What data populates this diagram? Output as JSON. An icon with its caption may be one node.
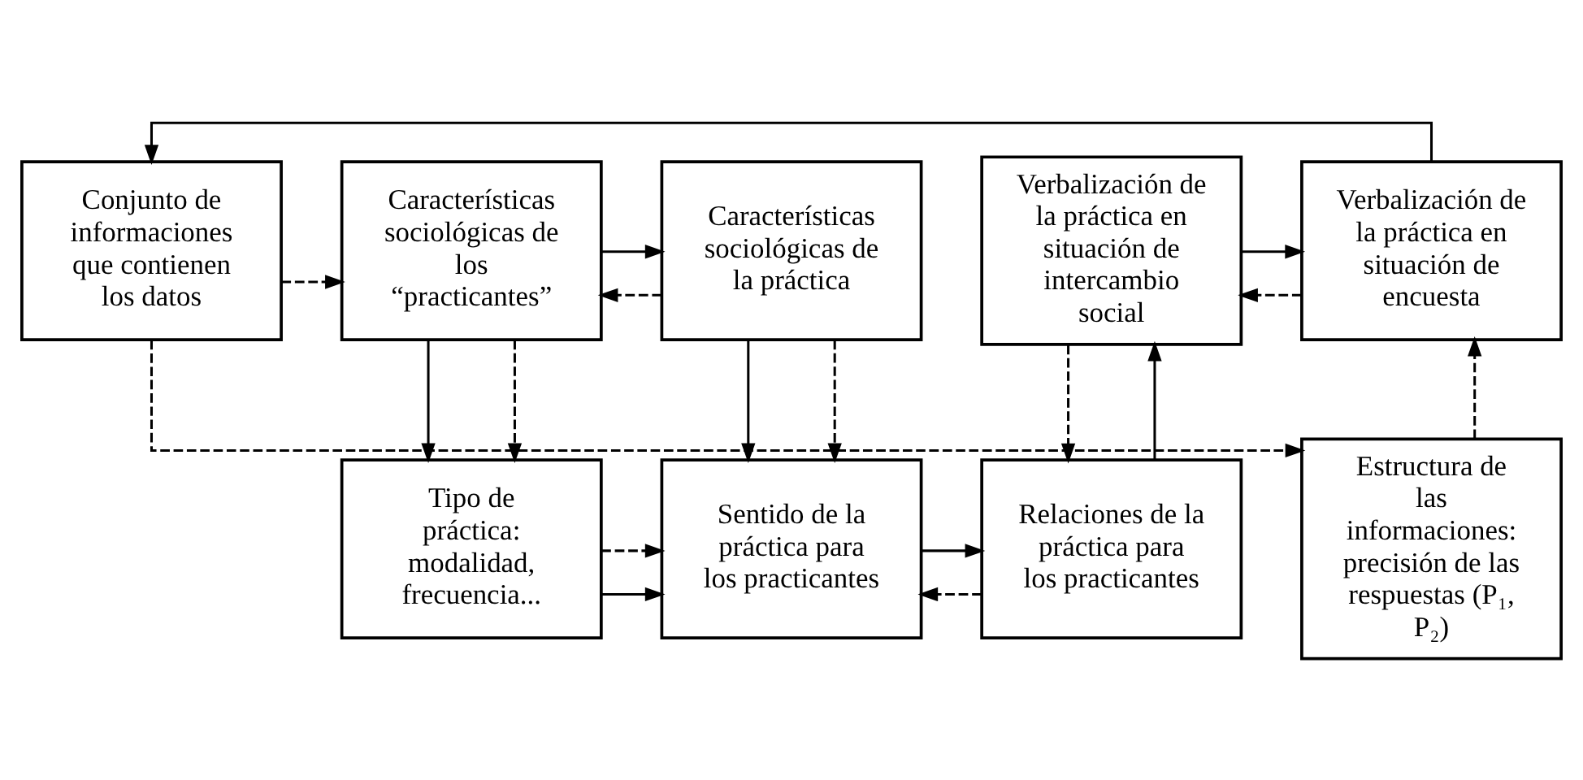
{
  "diagram": {
    "nodes": [
      {
        "text": [
          "Conjunto de informaciones que contienen los datos"
        ]
      },
      {
        "text": [
          "Características sociológicas de los “practicantes”"
        ]
      },
      {
        "text": [
          "Características sociológicas de la práctica"
        ]
      },
      {
        "text": [
          "Verbalización de la práctica en situación de intercambio social"
        ]
      },
      {
        "text": [
          "Verbalización de la práctica en situación de encuesta"
        ]
      },
      {
        "text": [
          "Tipo de práctica: modalidad, frecuencia..."
        ]
      },
      {
        "text": [
          "Sentido de la práctica para los practicantes"
        ]
      },
      {
        "text": [
          "Relaciones de la práctica para los practicantes"
        ]
      },
      {
        "text": [
          "Estructura de las informaciones: precisión de las respuestas (P₁, P₂)"
        ]
      }
    ],
    "edges": [
      {
        "from": 4,
        "to": 0,
        "arrow": "to"
      },
      {
        "from": 0,
        "to": 1,
        "arrow": "to",
        "style": "dashed"
      },
      {
        "from": 1,
        "to": 2,
        "arrow": "to"
      },
      {
        "from": 2,
        "to": 1,
        "arrow": "to",
        "style": "dashed"
      },
      {
        "from": 3,
        "to": 4,
        "arrow": "to"
      },
      {
        "from": 4,
        "to": 3,
        "arrow": "to",
        "style": "dashed"
      },
      {
        "from": 1,
        "to": 5,
        "arrow": "to"
      },
      {
        "from": 1,
        "to": 5,
        "arrow": "to",
        "style": "dashed"
      },
      {
        "from": 2,
        "to": 6,
        "arrow": "to"
      },
      {
        "from": 2,
        "to": 6,
        "arrow": "to",
        "style": "dashed"
      },
      {
        "from": 3,
        "to": 7,
        "arrow": "to",
        "style": "dashed"
      },
      {
        "from": 7,
        "to": 3,
        "arrow": "to"
      },
      {
        "from": 5,
        "to": 6,
        "arrow": "to",
        "style": "dashed"
      },
      {
        "from": 5,
        "to": 6,
        "arrow": "to"
      },
      {
        "from": 7,
        "to": 6,
        "arrow": "to",
        "style": "dashed"
      },
      {
        "from": 6,
        "to": 7,
        "arrow": "to"
      },
      {
        "from": 8,
        "to": 4,
        "arrow": "to",
        "style": "dashed"
      },
      {
        "from": 0,
        "to": 8,
        "arrow": "to",
        "style": "dashed"
      }
    ]
  }
}
